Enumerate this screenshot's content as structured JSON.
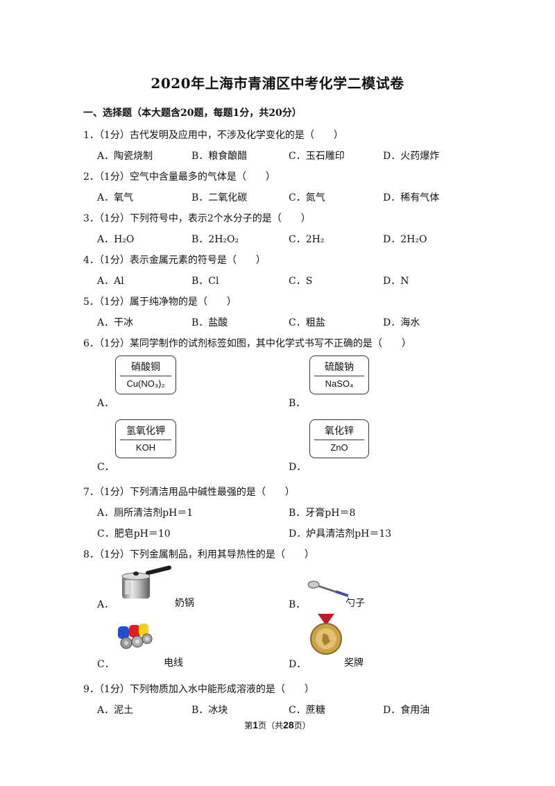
{
  "title": "2020年上海市青浦区中考化学二模试卷",
  "section": "一、选择题（本大题含20题，每题1分，共20分）",
  "questions": [
    {
      "stem": "1．（1分）古代发明及应用中，不涉及化学变化的是（　　）",
      "options": [
        "A．陶瓷烧制",
        "B．粮食酿醋",
        "C．玉石雕印",
        "D．火药爆炸"
      ]
    },
    {
      "stem": "2．（1分）空气中含量最多的气体是（　　）",
      "options": [
        "A．氧气",
        "B．二氧化碳",
        "C．氮气",
        "D．稀有气体"
      ]
    },
    {
      "stem": "3．（1分）下列符号中，表示2个水分子的是（　　）",
      "options": [
        "A．H₂O",
        "B．2H₂O₂",
        "C．2H₂",
        "D．2H₂O"
      ]
    },
    {
      "stem": "4．（1分）表示金属元素的符号是（　　）",
      "options": [
        "A．Al",
        "B．Cl",
        "C．S",
        "D．N"
      ]
    },
    {
      "stem": "5．（1分）属于纯净物的是（　　）",
      "options": [
        "A．干冰",
        "B．盐酸",
        "C．粗盐",
        "D．海水"
      ]
    },
    {
      "stem": "6．（1分）某同学制作的试剂标签如图，其中化学式书写不正确的是（　　）",
      "options": [
        "A．",
        "B．",
        "C．",
        "D．"
      ],
      "labels": [
        {
          "name": "硝酸铜",
          "formula": "Cu(NO₃)₂"
        },
        {
          "name": "硫酸钠",
          "formula": "NaSO₄"
        },
        {
          "name": "氢氧化钾",
          "formula": "KOH"
        },
        {
          "name": "氧化锌",
          "formula": "ZnO"
        }
      ]
    },
    {
      "stem": "7．（1分）下列清洁用品中碱性最强的是（　　）",
      "options": [
        "A．厕所清洁剂pH＝1",
        "B．牙膏pH＝8",
        "C．肥皂pH＝10",
        "D．炉具清洁剂pH＝13"
      ]
    },
    {
      "stem": "8．（1分）下列金属制品，利用其导热性的是（　　）",
      "options": [
        "A．",
        "B．",
        "C．",
        "D．"
      ],
      "captions": [
        "奶锅",
        "勺子",
        "电线",
        "奖牌"
      ]
    },
    {
      "stem": "9．（1分）下列物质加入水中能形成溶液的是（　　）",
      "options": [
        "A．泥土",
        "B．冰块",
        "C．蔗糖",
        "D．食用油"
      ]
    }
  ],
  "footer": {
    "prefix": "第",
    "page": "1",
    "mid": "页（共",
    "total": "28",
    "suffix": "页）"
  }
}
